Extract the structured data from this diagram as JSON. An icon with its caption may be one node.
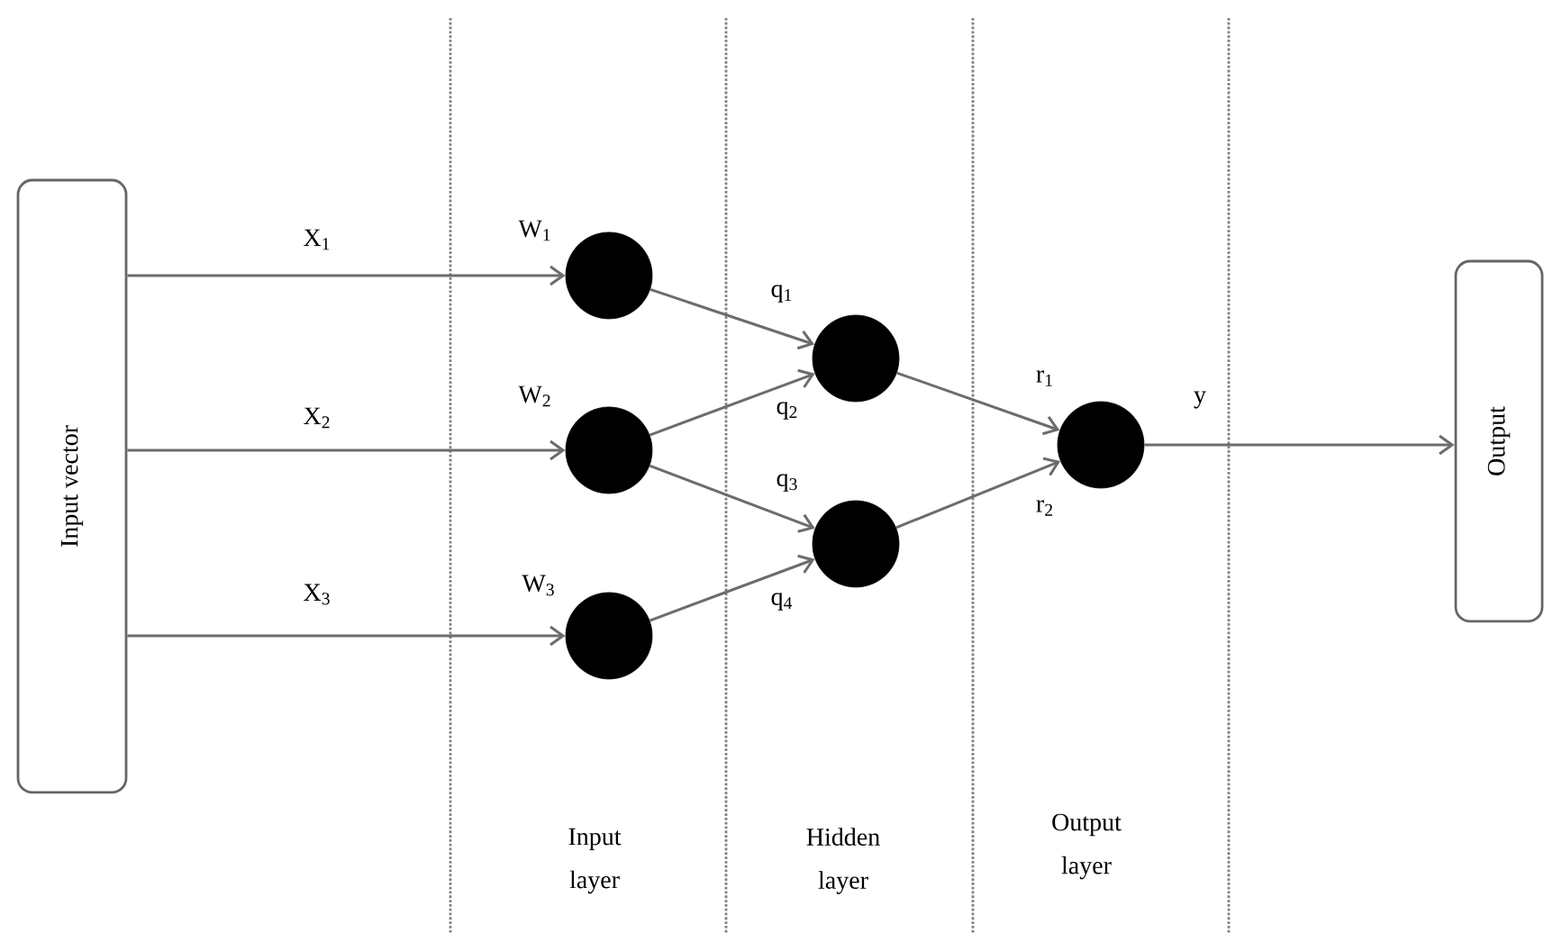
{
  "diagram": {
    "nodes": [
      {
        "text": [
          "Input vector"
        ]
      },
      {
        "text": [],
        "shape": "circle",
        "beside": [
          "W$_{1}$"
        ]
      },
      {
        "text": [],
        "shape": "circle",
        "beside": [
          "W$_{2}$"
        ]
      },
      {
        "text": [],
        "shape": "circle",
        "beside": [
          "W$_{3}$"
        ]
      },
      {
        "text": [],
        "shape": "circle"
      },
      {
        "text": [],
        "shape": "circle"
      },
      {
        "text": [],
        "shape": "circle"
      },
      {
        "text": [
          "Output"
        ]
      }
    ],
    "edges": [
      {
        "from": 0,
        "to": 1,
        "arrow": "to",
        "label": "X$_{1}$"
      },
      {
        "from": 0,
        "to": 2,
        "arrow": "to",
        "label": "X$_{2}$"
      },
      {
        "from": 0,
        "to": 3,
        "arrow": "to",
        "label": "X$_{3}$"
      },
      {
        "from": 1,
        "to": 4,
        "arrow": "to",
        "label": "q$_{1}$"
      },
      {
        "from": 2,
        "to": 4,
        "arrow": "to",
        "label": "q$_{2}$"
      },
      {
        "from": 2,
        "to": 5,
        "arrow": "to",
        "label": "q$_{3}$"
      },
      {
        "from": 3,
        "to": 5,
        "arrow": "to",
        "label": "q$_{4}$"
      },
      {
        "from": 4,
        "to": 6,
        "arrow": "to",
        "label": "r$_{1}$"
      },
      {
        "from": 5,
        "to": 6,
        "arrow": "to",
        "label": "r$_{2}$"
      },
      {
        "from": 6,
        "to": 7,
        "arrow": "to",
        "label": "y"
      }
    ],
    "labels": [
      "Input layer",
      "Hidden layer",
      "Output layer"
    ]
  }
}
